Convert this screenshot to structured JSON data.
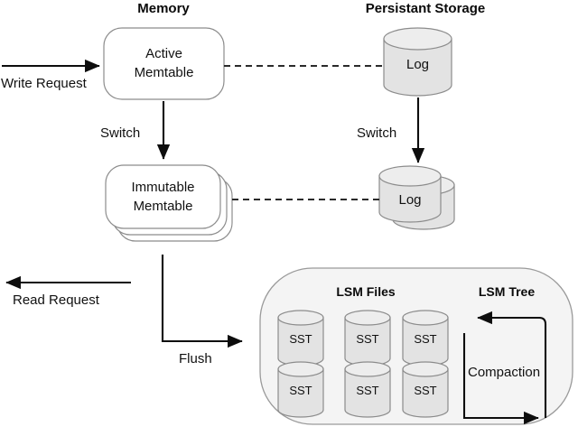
{
  "diagram": {
    "title": "LSM-tree storage engine write/read path",
    "colors": {
      "background": "#ffffff",
      "box_fill": "#ffffff",
      "cylinder_fill": "#e3e3e3",
      "cylinder_top_fill": "#ededed",
      "group_fill": "#f4f4f4",
      "stroke": "#8c8c8c",
      "arrow": "#0d0d0d",
      "text": "#111111"
    },
    "headers": [
      {
        "id": "memory",
        "label": "Memory"
      },
      {
        "id": "persistant-storage",
        "label": "Persistant Storage"
      }
    ],
    "nodes": [
      {
        "id": "active-memtable",
        "label_line1": "Active",
        "label_line2": "Memtable",
        "shape": "rounded-box"
      },
      {
        "id": "immutable-memtable",
        "label_line1": "Immutable",
        "label_line2": "Memtable",
        "shape": "stacked-rounded-box"
      },
      {
        "id": "log-active",
        "label": "Log",
        "shape": "cylinder"
      },
      {
        "id": "log-immutable",
        "label": "Log",
        "shape": "stacked-cylinder"
      }
    ],
    "edges": [
      {
        "id": "write-request",
        "label": "Write Request",
        "style": "solid",
        "direction": "right"
      },
      {
        "id": "read-request",
        "label": "Read Request",
        "style": "solid",
        "direction": "left"
      },
      {
        "id": "switch-memory",
        "label": "Switch",
        "style": "solid",
        "direction": "down"
      },
      {
        "id": "switch-storage",
        "label": "Switch",
        "style": "solid",
        "direction": "down"
      },
      {
        "id": "flush",
        "label": "Flush",
        "style": "solid",
        "direction": "right"
      },
      {
        "id": "wal-link-active",
        "label": "",
        "style": "dashed",
        "direction": "none"
      },
      {
        "id": "wal-link-immutable",
        "label": "",
        "style": "dashed",
        "direction": "none"
      },
      {
        "id": "compaction",
        "label": "Compaction",
        "style": "solid",
        "direction": "cycle"
      }
    ],
    "lsm_group": {
      "files_title": "LSM Files",
      "tree_title": "LSM Tree",
      "sst_label": "SST",
      "sst_count": 6,
      "sst_items": [
        {
          "label": "SST"
        },
        {
          "label": "SST"
        },
        {
          "label": "SST"
        },
        {
          "label": "SST"
        },
        {
          "label": "SST"
        },
        {
          "label": "SST"
        }
      ],
      "compaction_label": "Compaction"
    }
  }
}
